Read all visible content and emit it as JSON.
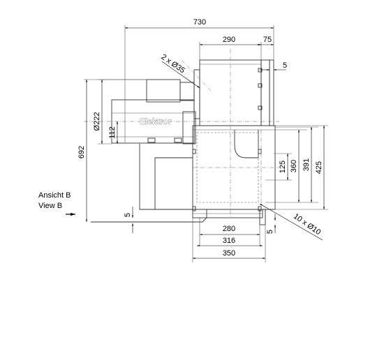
{
  "dimensions": {
    "overall_width": "730",
    "outlet_width": "290",
    "flange_offset": "75",
    "flange_thickness": "5",
    "holes_top": "2 x Ø35",
    "motor_diameter": "Ø222",
    "motor_axis_height": "112",
    "overall_height": "692",
    "base_thickness": "5",
    "inlet_height_a": "125",
    "inlet_height_b": "360",
    "inlet_height_c": "391",
    "inlet_height_d": "425",
    "holes_bottom": "10 x Ø10",
    "base_width_a": "280",
    "base_width_b": "316",
    "base_width_c": "350",
    "base_flange_thickness": "5"
  },
  "brand_label": "Elektror",
  "view_label": {
    "line1": "Ansicht B",
    "line2": "View B"
  }
}
